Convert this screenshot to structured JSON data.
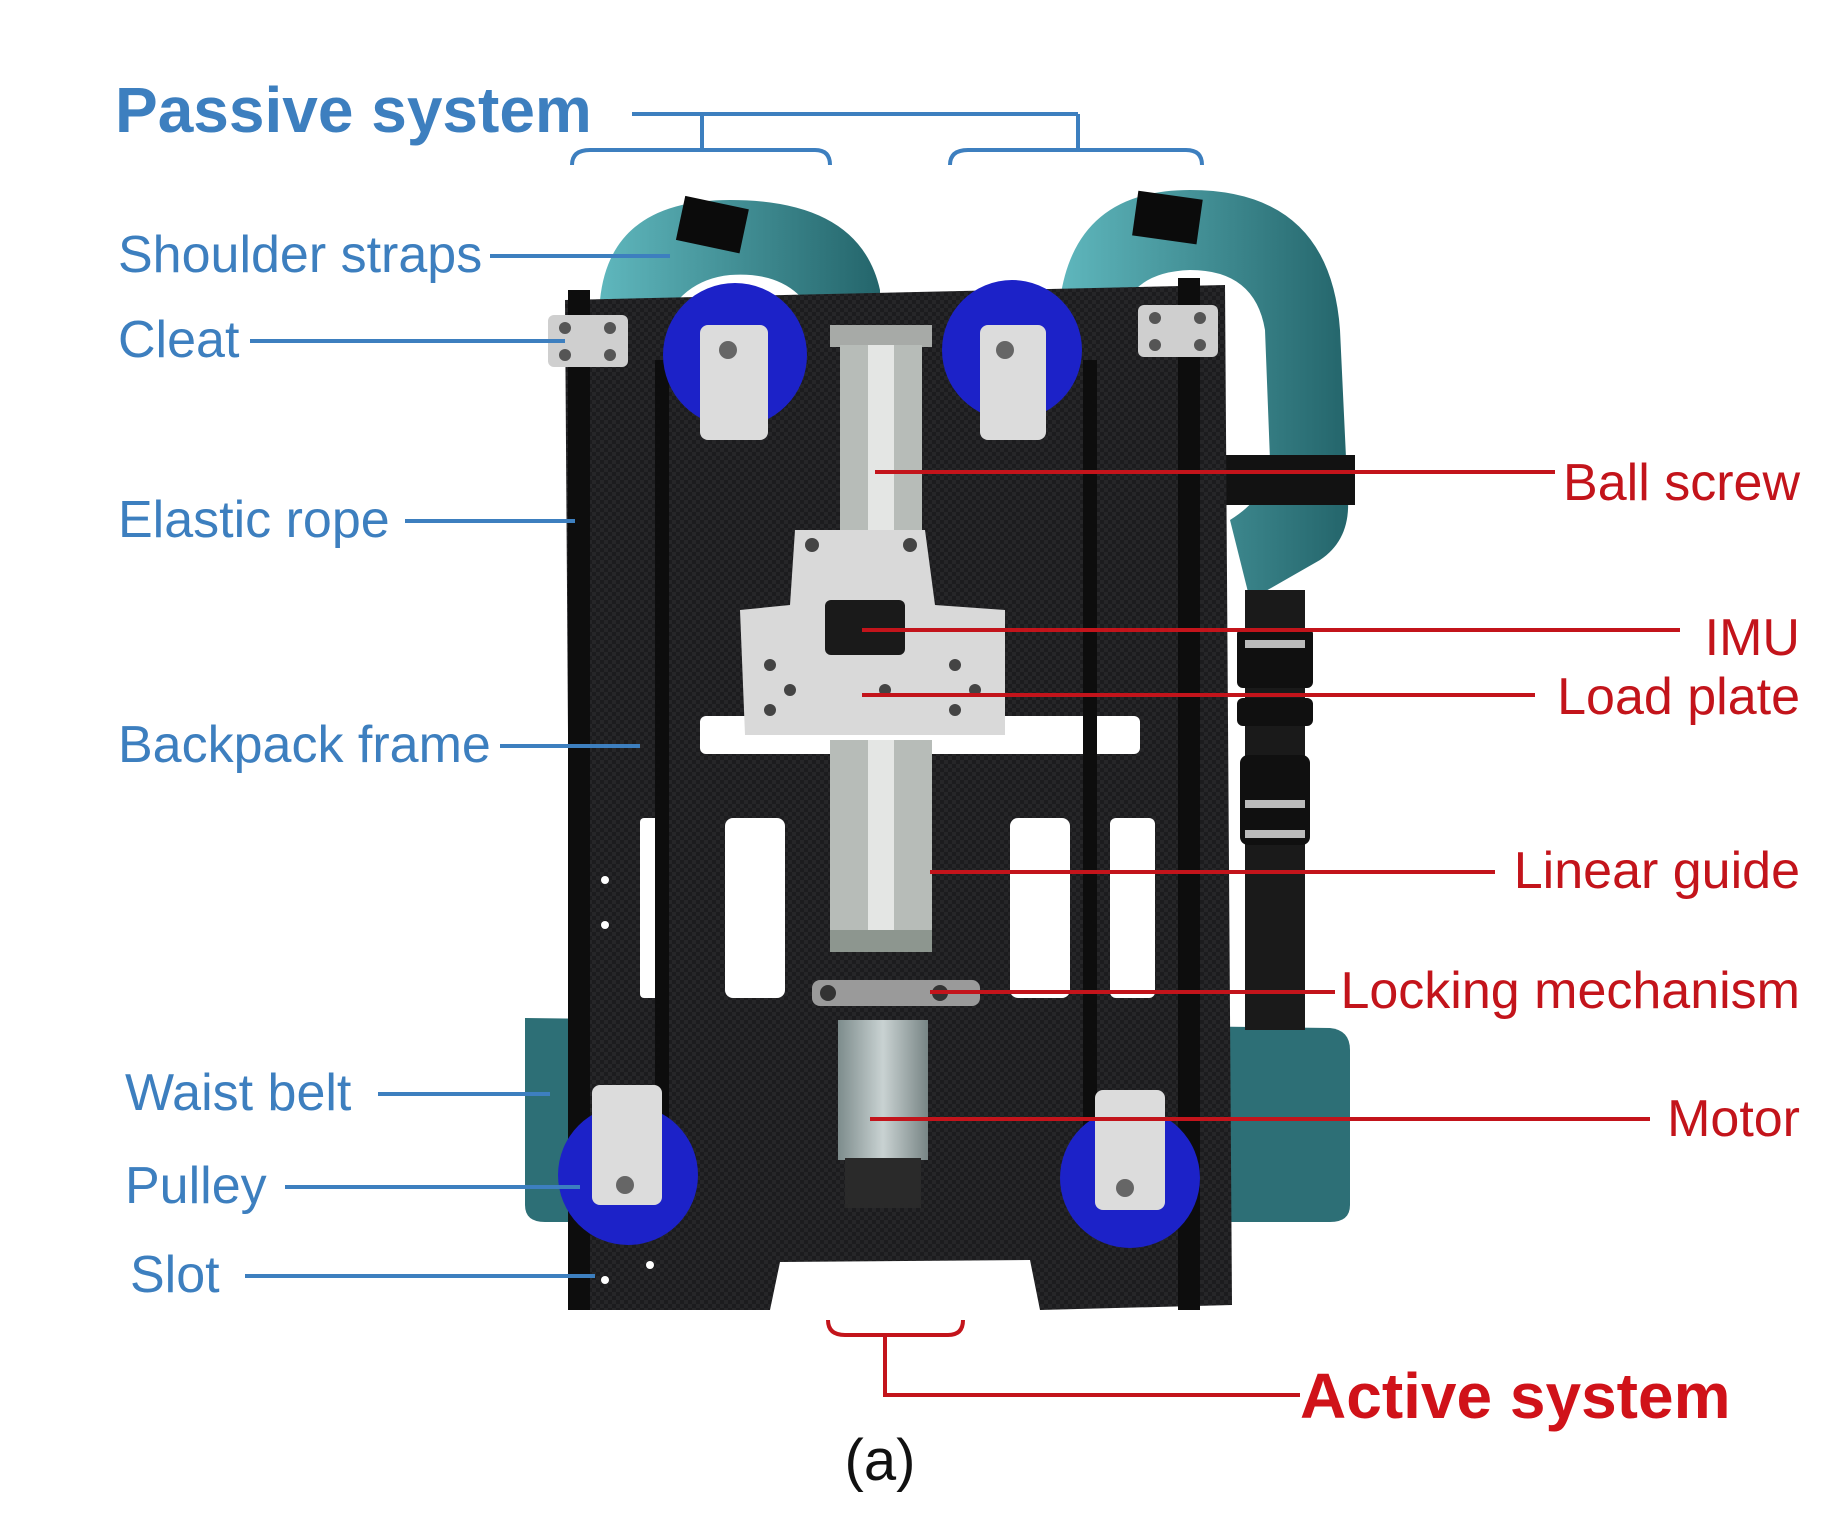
{
  "headings": {
    "passive": "Passive system",
    "active": "Active system"
  },
  "passive_labels": [
    "Shoulder straps",
    "Cleat",
    "Elastic rope",
    "Backpack frame",
    "Waist belt",
    "Pulley",
    "Slot"
  ],
  "active_labels": [
    "Ball screw",
    "IMU",
    "Load plate",
    "Linear guide",
    "Locking mechanism",
    "Motor"
  ],
  "caption": "(a)",
  "colors": {
    "passive": "#3d7fbf",
    "active": "#c3141b",
    "strap": "#2e7f86",
    "frame": "#1d1d1f",
    "pulley": "#1c22c8",
    "metal": "#d8d8d8"
  }
}
